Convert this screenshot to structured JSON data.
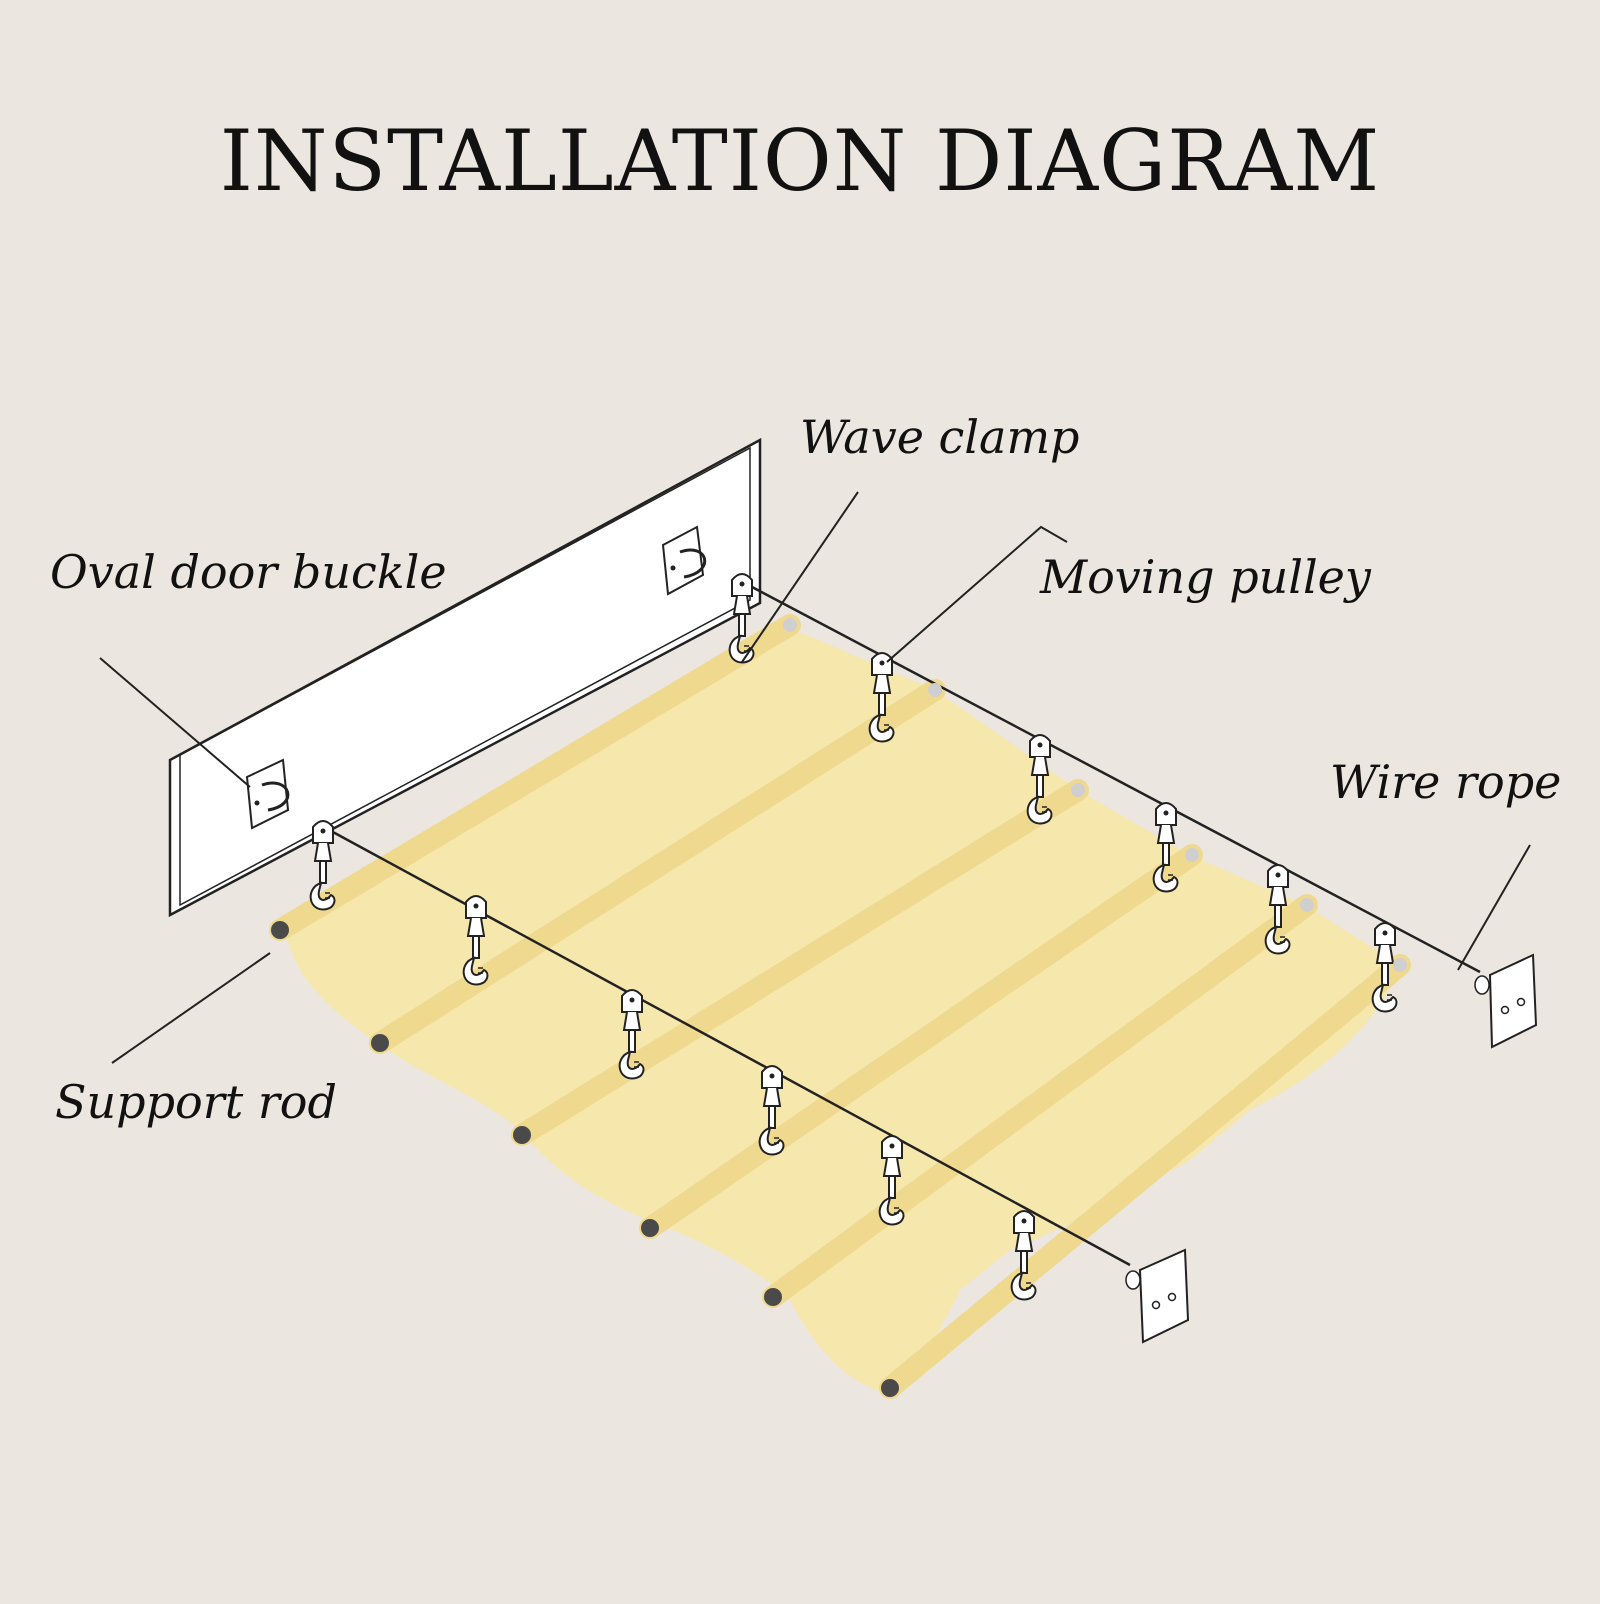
{
  "title": "INSTALLATION DIAGRAM",
  "labels": {
    "wave_clamp": "Wave clamp",
    "oval_door_buckle": "Oval door buckle",
    "moving_pulley": "Moving pulley",
    "wire_rope": "Wire rope",
    "support_rod": "Support rod"
  },
  "colors": {
    "background": "#ebe6df",
    "canopy": "#f6e7ad",
    "canopy_stripe": "#efd98f",
    "rod_end": "#4a4a4a",
    "line": "#1a1a1a"
  }
}
